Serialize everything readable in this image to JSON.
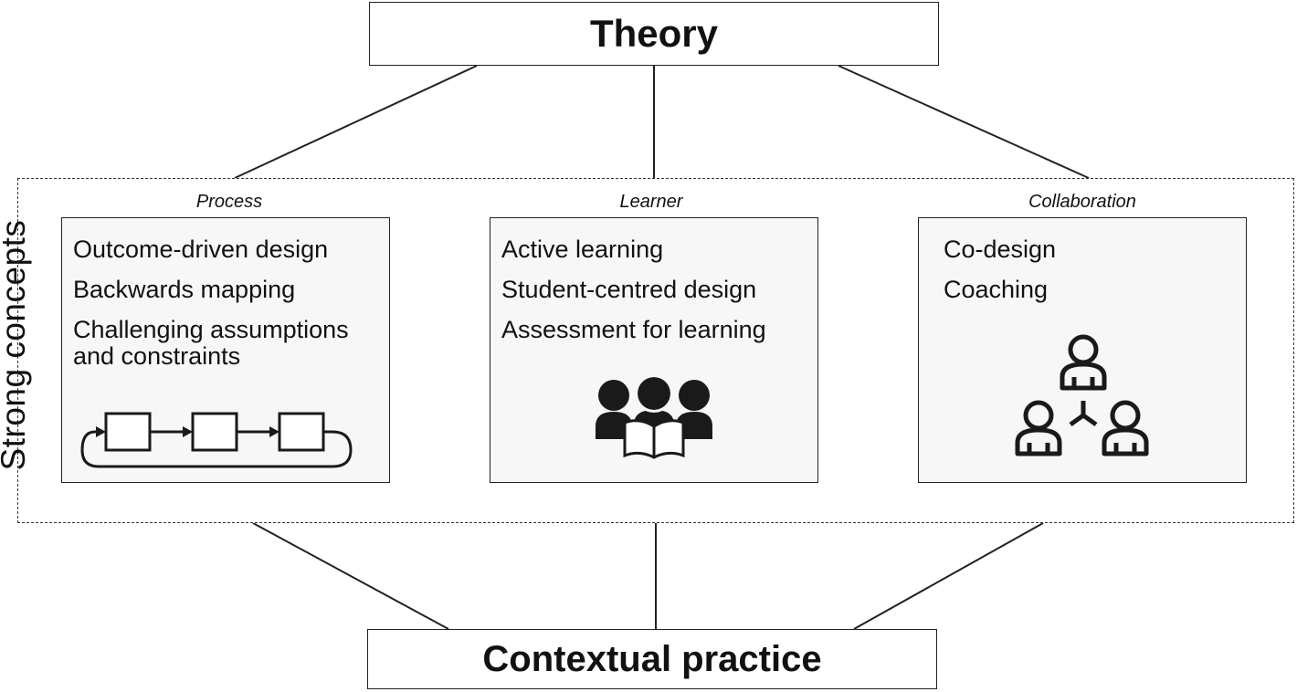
{
  "diagram": {
    "theory_label": "Theory",
    "practice_label": "Contextual practice",
    "strong_concepts_label": "Strong concepts",
    "categories": [
      {
        "title": "Process",
        "items": [
          "Outcome-driven design",
          "Backwards mapping",
          "Challenging assumptions and constraints"
        ],
        "icon": "process-loop-icon"
      },
      {
        "title": "Learner",
        "items": [
          "Active learning",
          "Student-centred design",
          "Assessment for learning"
        ],
        "icon": "learners-reading-icon"
      },
      {
        "title": "Collaboration",
        "items": [
          "Co-design",
          "Coaching"
        ],
        "icon": "collaboration-network-icon"
      }
    ],
    "colors": {
      "line": "#222222",
      "panel_fill": "#f7f7f7",
      "icon_fill": "#1a1a1a"
    }
  }
}
